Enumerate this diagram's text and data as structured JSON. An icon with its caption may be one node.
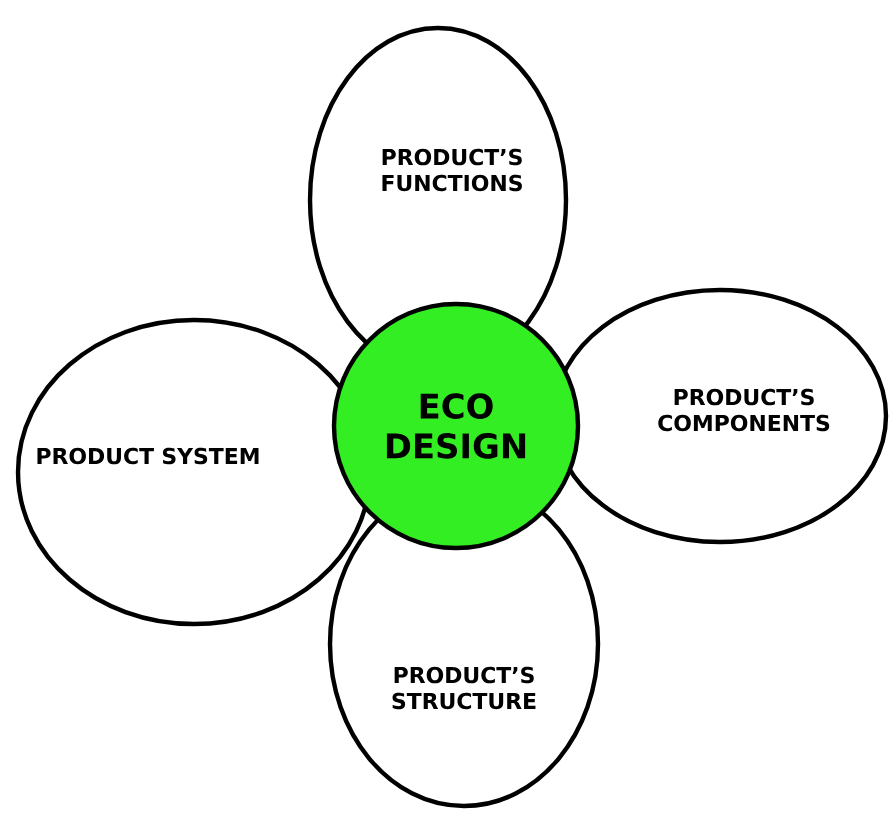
{
  "diagram": {
    "nodes": [
      {
        "text": [
          "PRODUCT’S FUNCTIONS"
        ]
      },
      {
        "text": [
          "PRODUCT SYSTEM"
        ]
      },
      {
        "text": [
          "ECO DESIGN"
        ]
      },
      {
        "text": [
          "PRODUCT’S COMPONENTS"
        ]
      },
      {
        "text": [
          "PRODUCT’S STRUCTURE"
        ]
      }
    ]
  }
}
